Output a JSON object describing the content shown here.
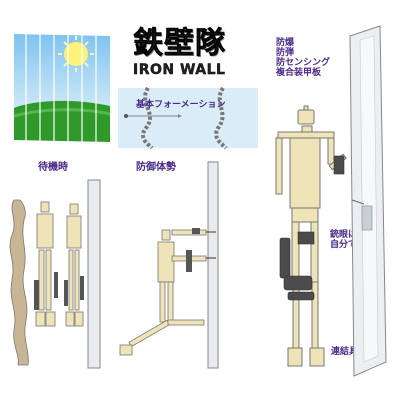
{
  "title": {
    "jp": "鉄壁隊",
    "en": "IRON WALL"
  },
  "captions": {
    "formation": "基本フォーメーション",
    "standby": "待機時",
    "defense": "防御体勢",
    "connector": "連結具"
  },
  "armor_spec": [
    "防爆",
    "防弾",
    "防センシング",
    "複合装甲板"
  ],
  "eye_hole": [
    "銃眼は",
    "自分で破る"
  ],
  "colors": {
    "caption_text": "#4a2a8a",
    "robot_body": "#efe3b8",
    "wall": "#e9ecef",
    "sky": "#a9d7f4",
    "grass": "#2f9a2a",
    "sun": "#fff27a"
  },
  "icons": [
    "sun-icon"
  ]
}
